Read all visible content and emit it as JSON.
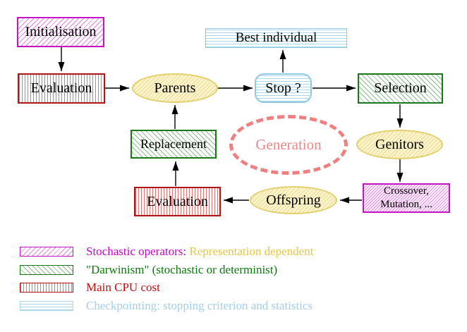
{
  "diagram": {
    "title_context": "evolutionary-algorithm-flow",
    "nodes": {
      "initialisation": {
        "label": "Initialisation",
        "style": "stochastic-operator"
      },
      "evaluation_top": {
        "label": "Evaluation",
        "style": "main-cpu-cost"
      },
      "parents": {
        "label": "Parents",
        "style": "population"
      },
      "best_individual": {
        "label": "Best individual",
        "style": "checkpointing"
      },
      "stop": {
        "label": "Stop ?",
        "style": "checkpointing"
      },
      "selection": {
        "label": "Selection",
        "style": "darwinism"
      },
      "genitors": {
        "label": "Genitors",
        "style": "population"
      },
      "replacement": {
        "label": "Replacement",
        "style": "darwinism"
      },
      "generation": {
        "label": "Generation",
        "style": "generation-loop"
      },
      "offspring": {
        "label": "Offspring",
        "style": "population"
      },
      "crossover_mutation": {
        "label_line1": "Crossover,",
        "label_line2": "Mutation, ...",
        "style": "stochastic-operator"
      },
      "evaluation_bottom": {
        "label": "Evaluation",
        "style": "main-cpu-cost"
      }
    },
    "edges": [
      {
        "from": "initialisation",
        "to": "evaluation_top"
      },
      {
        "from": "evaluation_top",
        "to": "parents"
      },
      {
        "from": "parents",
        "to": "stop"
      },
      {
        "from": "stop",
        "to": "best_individual"
      },
      {
        "from": "stop",
        "to": "selection"
      },
      {
        "from": "selection",
        "to": "genitors"
      },
      {
        "from": "genitors",
        "to": "crossover_mutation"
      },
      {
        "from": "crossover_mutation",
        "to": "offspring"
      },
      {
        "from": "offspring",
        "to": "evaluation_bottom"
      },
      {
        "from": "evaluation_bottom",
        "to": "replacement"
      },
      {
        "from": "replacement",
        "to": "parents"
      }
    ],
    "colors": {
      "magenta_border": "#c614c6",
      "red_border": "#b01414",
      "green_border": "#187818",
      "cyan_border": "#8fc9e2",
      "yellow_border": "#e2d06e",
      "yellow_fill": "#fbf4ca",
      "generation_dash": "#f08080",
      "arrow": "#000000"
    }
  },
  "legend": {
    "items": [
      {
        "swatch": "magenta-hatch",
        "text": "Stochastic operators:",
        "text_color": "#cc00cc",
        "text2": "Representation dependent",
        "text2_color": "#e8c63e"
      },
      {
        "swatch": "green-hatch",
        "text": "\"Darwinism\" (stochastic or determinist)",
        "text_color": "#0a7a0a"
      },
      {
        "swatch": "red-stripes",
        "text": "Main CPU cost",
        "text_color": "#bb1111"
      },
      {
        "swatch": "cyan-stripes",
        "text": "Checkpointing: stopping criterion and statistics",
        "text_color": "#a2cfe8"
      }
    ]
  }
}
